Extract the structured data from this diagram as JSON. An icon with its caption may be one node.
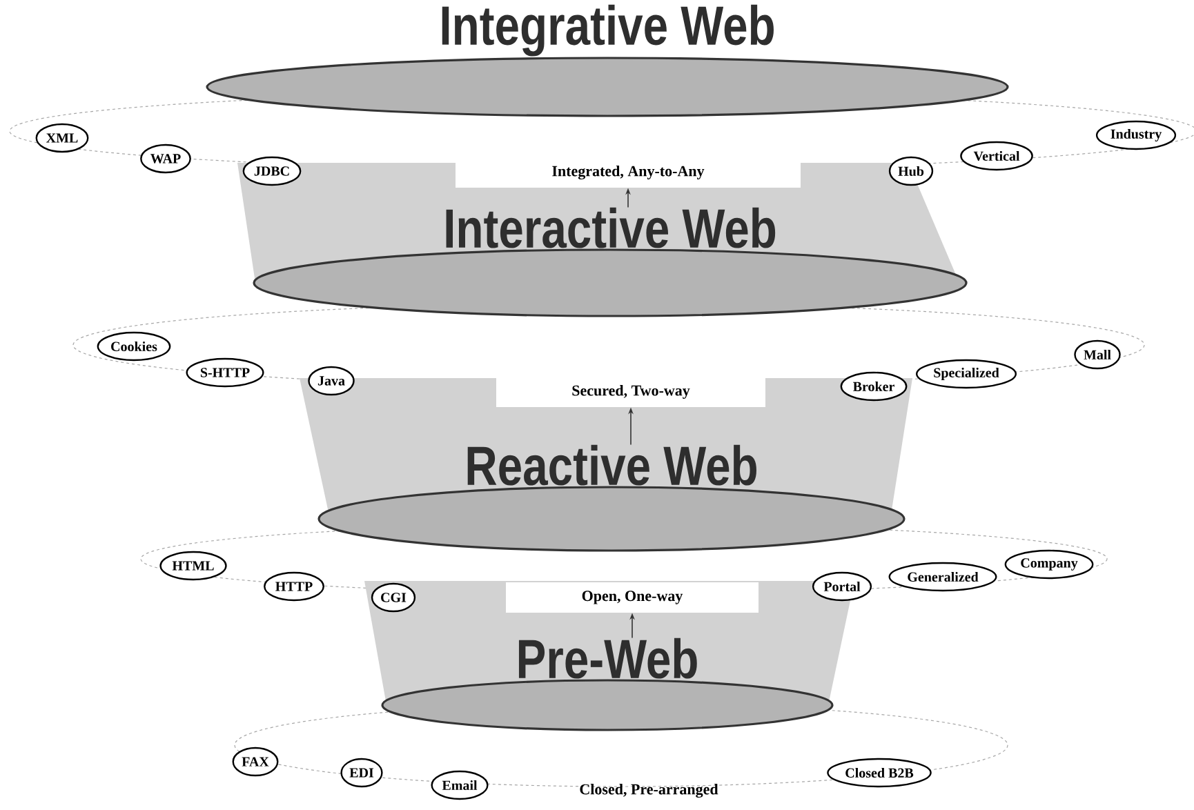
{
  "diagram": {
    "nodes": [
      {
        "text": [
          "Integrative Web"
        ]
      },
      {
        "text": [
          "XML"
        ]
      },
      {
        "text": [
          "WAP"
        ]
      },
      {
        "text": [
          "JDBC"
        ]
      },
      {
        "text": [
          "Integrated, Any-to-Any"
        ]
      },
      {
        "text": [
          "Hub"
        ]
      },
      {
        "text": [
          "Vertical"
        ]
      },
      {
        "text": [
          "Industry"
        ]
      },
      {
        "text": [
          "Interactive Web"
        ]
      },
      {
        "text": [
          "Cookies"
        ]
      },
      {
        "text": [
          "S-HTTP"
        ]
      },
      {
        "text": [
          "Java"
        ]
      },
      {
        "text": [
          "Secured, Two-way"
        ]
      },
      {
        "text": [
          "Broker"
        ]
      },
      {
        "text": [
          "Specialized"
        ]
      },
      {
        "text": [
          "Mall"
        ]
      },
      {
        "text": [
          "Reactive Web"
        ]
      },
      {
        "text": [
          "HTML"
        ]
      },
      {
        "text": [
          "HTTP"
        ]
      },
      {
        "text": [
          "CGI"
        ]
      },
      {
        "text": [
          "Open, One-way"
        ]
      },
      {
        "text": [
          "Portal"
        ]
      },
      {
        "text": [
          "Generalized"
        ]
      },
      {
        "text": [
          "Company"
        ]
      },
      {
        "text": [
          "Pre-Web"
        ]
      },
      {
        "text": [
          "FAX"
        ]
      },
      {
        "text": [
          "EDI"
        ]
      },
      {
        "text": [
          "Email"
        ]
      },
      {
        "text": [
          "Closed B2B"
        ]
      }
    ],
    "edges": [
      {
        "from": 8,
        "to": 4,
        "arrow": "to"
      },
      {
        "from": 16,
        "to": 12,
        "arrow": "to"
      },
      {
        "from": 24,
        "to": 20,
        "arrow": "to"
      }
    ],
    "labels": [
      "Closed, Pre-arranged"
    ]
  }
}
